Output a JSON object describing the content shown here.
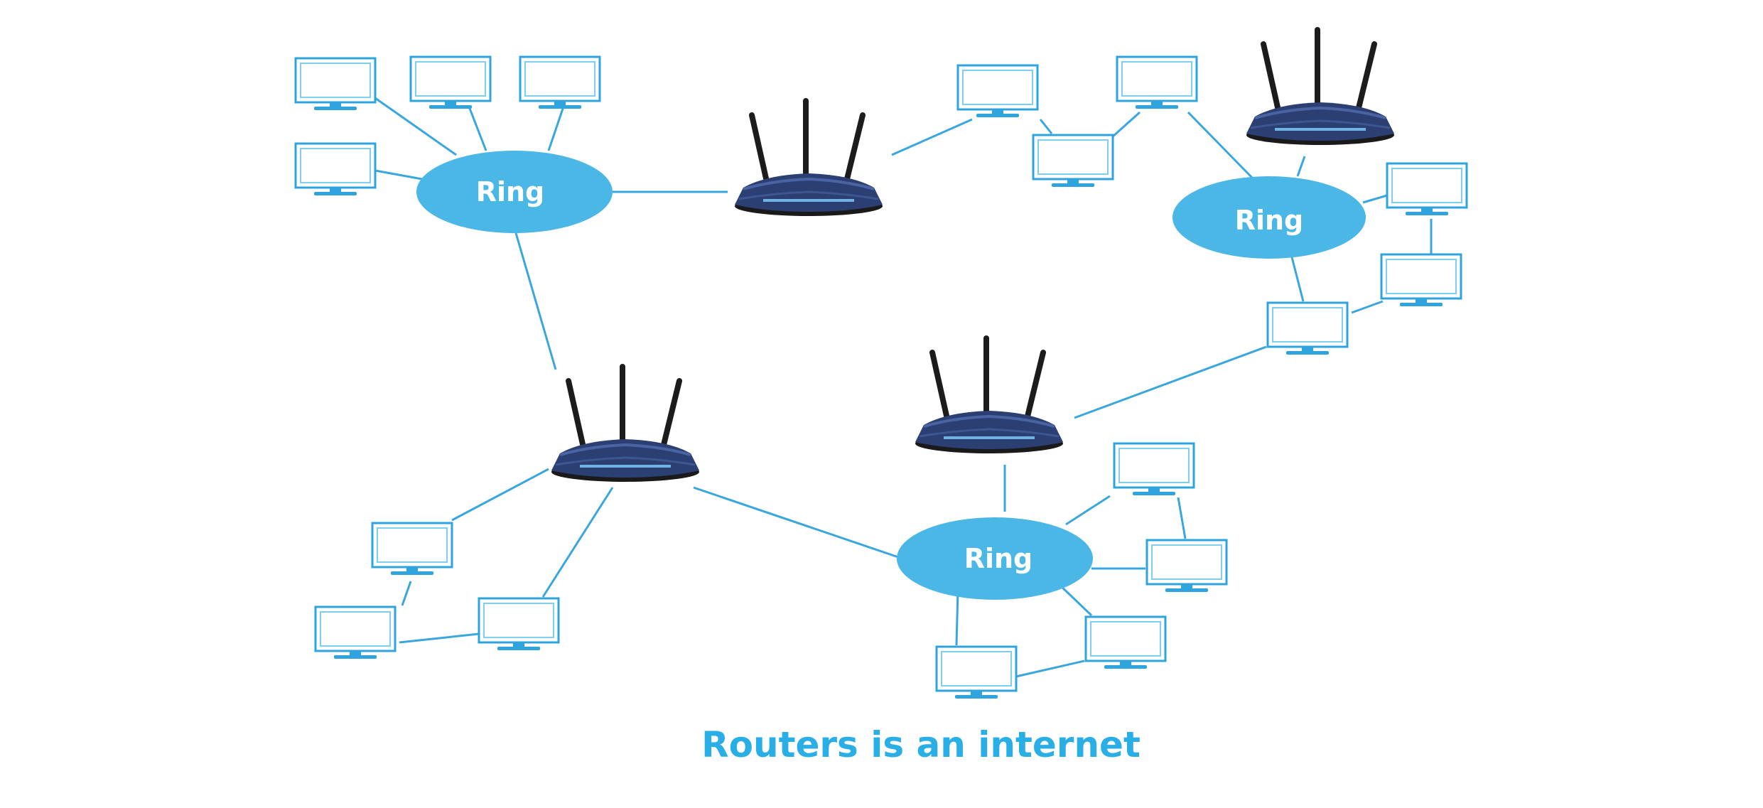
{
  "rings": {
    "top_left": {
      "label": "Ring"
    },
    "right": {
      "label": "Ring"
    },
    "bottom": {
      "label": "Ring"
    }
  },
  "caption": "Routers is an internet",
  "icons": {
    "router": "router-icon",
    "computer": "monitor-icon"
  },
  "colors": {
    "link": "#3aa6de",
    "ring_fill": "#4bb7e6",
    "ring_text": "#ffffff",
    "monitor_outline": "#2ea3de",
    "router_body": "#2c3f73",
    "router_antenna": "#1c1c1c",
    "caption": "#2aaee6"
  }
}
